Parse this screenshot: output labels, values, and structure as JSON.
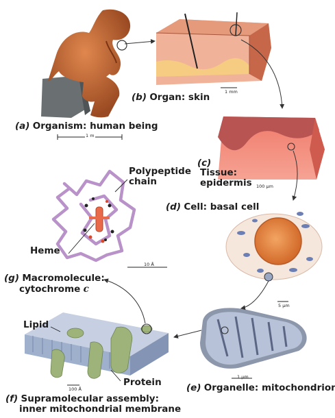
{
  "labels": {
    "a_letter": "(a)",
    "a_text": "Organism: human being",
    "b_letter": "(b)",
    "b_text": "Organ: skin",
    "c_letter": "(c)",
    "c_text1": "Tissue:",
    "c_text2": "epidermis",
    "d_letter": "(d)",
    "d_text": "Cell: basal cell",
    "e_letter": "(e)",
    "e_text": "Organelle: mitochondrion",
    "f_letter": "(f)",
    "f_text1": "Supramolecular assembly:",
    "f_text2": "inner mitochondrial membrane",
    "g_letter": "(g)",
    "g_text1": "Macromolecule:",
    "g_text2": "cytochrome",
    "g_text2_c": "c",
    "polypeptide1": "Polypeptide",
    "polypeptide2": "chain",
    "heme": "Heme",
    "lipid": "Lipid",
    "protein": "Protein"
  },
  "scales": {
    "organism": "1 m",
    "skin": "1 mm",
    "tissue": "100 μm",
    "cell": "5 μm",
    "mito": "1 μm",
    "membrane": "100 Å",
    "macro": "10 Å"
  },
  "colors": {
    "skin": "#c86a3c",
    "skin_layer": "#f0b7a0",
    "tissue": "#e8685c",
    "cell_nucleus": "#e98a44",
    "mito": "#9aa8c4",
    "membrane": "#a9b7cf",
    "protein": "#9db37a",
    "chain": "#b892c8"
  }
}
